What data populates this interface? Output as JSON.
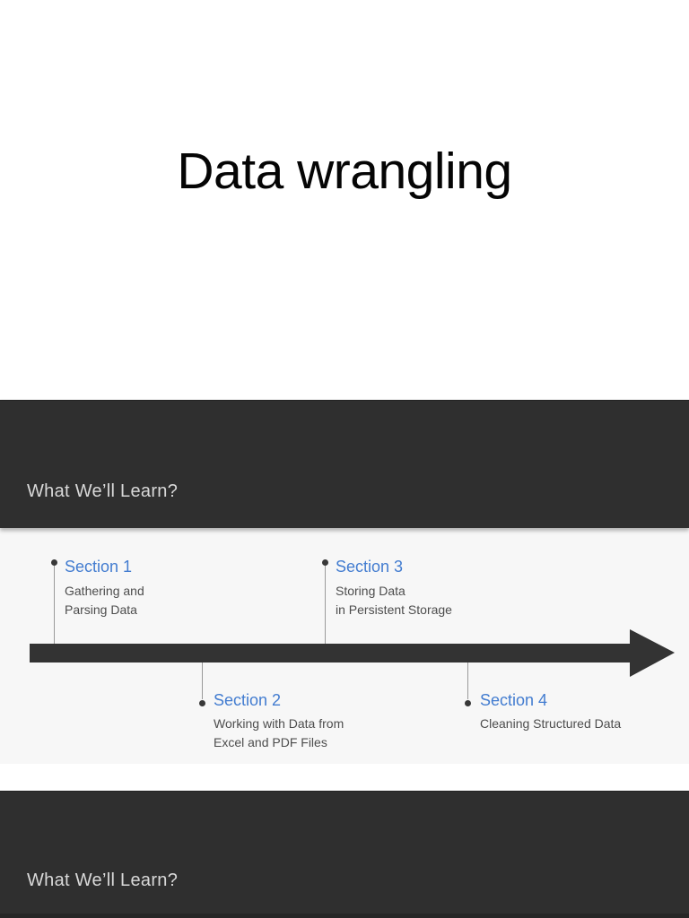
{
  "title_slide": {
    "title": "Data wrangling"
  },
  "learn_slide": {
    "header": "What We’ll Learn?"
  },
  "next_slide": {
    "header": "What We’ll Learn?"
  },
  "timeline": {
    "sections": [
      {
        "label": "Section 1",
        "line1": "Gathering and",
        "line2": "Parsing Data"
      },
      {
        "label": "Section 2",
        "line1": "Working with Data from",
        "line2": "Excel and PDF Files"
      },
      {
        "label": "Section 3",
        "line1": "Storing Data",
        "line2": "in Persistent Storage"
      },
      {
        "label": "Section 4",
        "line1": "Cleaning Structured Data",
        "line2": ""
      }
    ]
  },
  "colors": {
    "accent_blue": "#427cd0",
    "dark_band": "#2f2f2f",
    "light_panel": "#f7f7f7",
    "arrow": "#333333"
  }
}
